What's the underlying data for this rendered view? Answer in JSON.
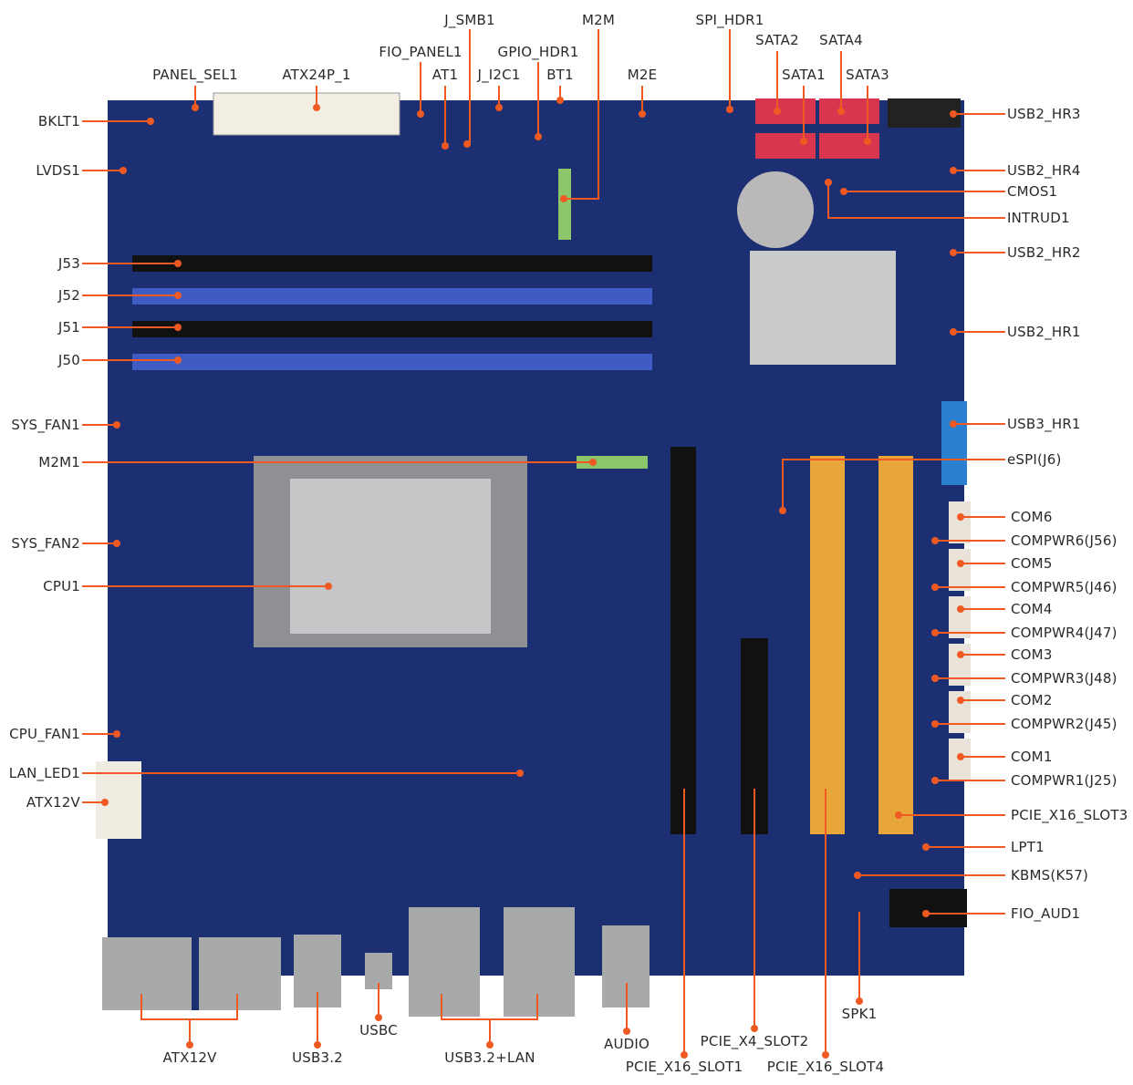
{
  "colors": {
    "board": "#1d2f73",
    "leader": "#f05a22",
    "label": "#2a2a2a",
    "pcie_x16": "#e8a63a",
    "dimm_blue": "#3f5bc4",
    "sata": "#d8354f"
  },
  "labels": {
    "j_smb1": "J_SMB1",
    "m2m": "M2M",
    "spi_hdr1": "SPI_HDR1",
    "fio_panel1": "FIO_PANEL1",
    "gpio_hdr1": "GPIO_HDR1",
    "sata2": "SATA2",
    "sata4": "SATA4",
    "panel_sel1": "PANEL_SEL1",
    "atx24p_1": "ATX24P_1",
    "at1": "AT1",
    "j_i2c1": "J_I2C1",
    "bt1": "BT1",
    "m2e": "M2E",
    "sata1": "SATA1",
    "sata3": "SATA3",
    "bklt1": "BKLT1",
    "lvds1": "LVDS1",
    "j53": "J53",
    "j52": "J52",
    "j51": "J51",
    "j50": "J50",
    "sys_fan1": "SYS_FAN1",
    "m2m1": "M2M1",
    "sys_fan2": "SYS_FAN2",
    "cpu1": "CPU1",
    "cpu_fan1": "CPU_FAN1",
    "lan_led1": "LAN_LED1",
    "atx12v_left": "ATX12V",
    "usb2_hr3": "USB2_HR3",
    "usb2_hr4": "USB2_HR4",
    "cmos1": "CMOS1",
    "intrud1": "INTRUD1",
    "usb2_hr2": "USB2_HR2",
    "usb2_hr1": "USB2_HR1",
    "usb3_hr1": "USB3_HR1",
    "espi_j6": "eSPI(J6)",
    "com6": "COM6",
    "compwr6": "COMPWR6(J56)",
    "com5": "COM5",
    "compwr5": "COMPWR5(J46)",
    "com4": "COM4",
    "compwr4": "COMPWR4(J47)",
    "com3": "COM3",
    "compwr3": "COMPWR3(J48)",
    "com2": "COM2",
    "compwr2": "COMPWR2(J45)",
    "com1": "COM1",
    "compwr1": "COMPWR1(J25)",
    "pcie_x16_slot3": "PCIE_X16_SLOT3",
    "lpt1": "LPT1",
    "kbms_k57": "KBMS(K57)",
    "fio_aud1": "FIO_AUD1",
    "atx12v_bottom": "ATX12V",
    "usb32": "USB3.2",
    "usbc": "USBC",
    "usb32_lan": "USB3.2+LAN",
    "audio": "AUDIO",
    "pcie_x16_slot1": "PCIE_X16_SLOT1",
    "pcie_x4_slot2": "PCIE_X4_SLOT2",
    "pcie_x16_slot4": "PCIE_X16_SLOT4",
    "spk1": "SPK1"
  }
}
